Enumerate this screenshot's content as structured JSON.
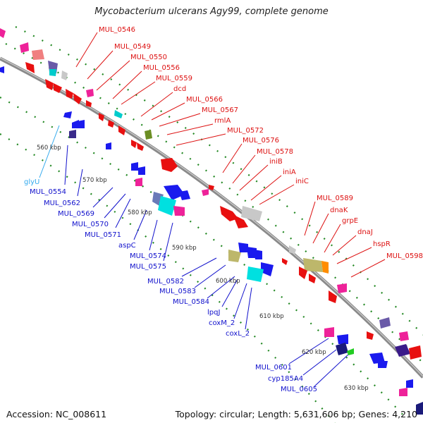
{
  "title": "Mycobacterium ulcerans Agy99, complete genome",
  "footer": {
    "accession": "Accession: NC_008611",
    "summary": "Topology: circular; Length: 5,631,606 bp; Genes: 4,210"
  },
  "colors": {
    "backbone": "#8a8a8a",
    "plus_strand_label": "#dd1111",
    "minus_strand_label": "#1111cc",
    "rna_label": "#33aaee",
    "tick_mark": "#228822"
  },
  "kbp_ticks": [
    "560 kbp",
    "570 kbp",
    "580 kbp",
    "590 kbp",
    "600 kbp",
    "610 kbp",
    "620 kbp",
    "630 kbp"
  ],
  "outer_labels": [
    "MUL_0546",
    "MUL_0549",
    "MUL_0550",
    "MUL_0556",
    "MUL_0559",
    "dcd",
    "MUL_0566",
    "MUL_0567",
    "rmlA",
    "MUL_0572",
    "MUL_0576",
    "MUL_0578",
    "iniB",
    "iniA",
    "iniC",
    "MUL_0589",
    "dnaK",
    "grpE",
    "dnaJ",
    "hspR",
    "MUL_0598"
  ],
  "inner_labels": [
    "glyU",
    "MUL_0554",
    "MUL_0562",
    "MUL_0569",
    "MUL_0570",
    "MUL_0571",
    "aspC",
    "MUL_0574",
    "MUL_0575",
    "MUL_0582",
    "MUL_0583",
    "MUL_0584",
    "lpqJ",
    "coxM_2",
    "coxL_2",
    "MUL_0601",
    "cyp185A4",
    "MUL_0605"
  ]
}
